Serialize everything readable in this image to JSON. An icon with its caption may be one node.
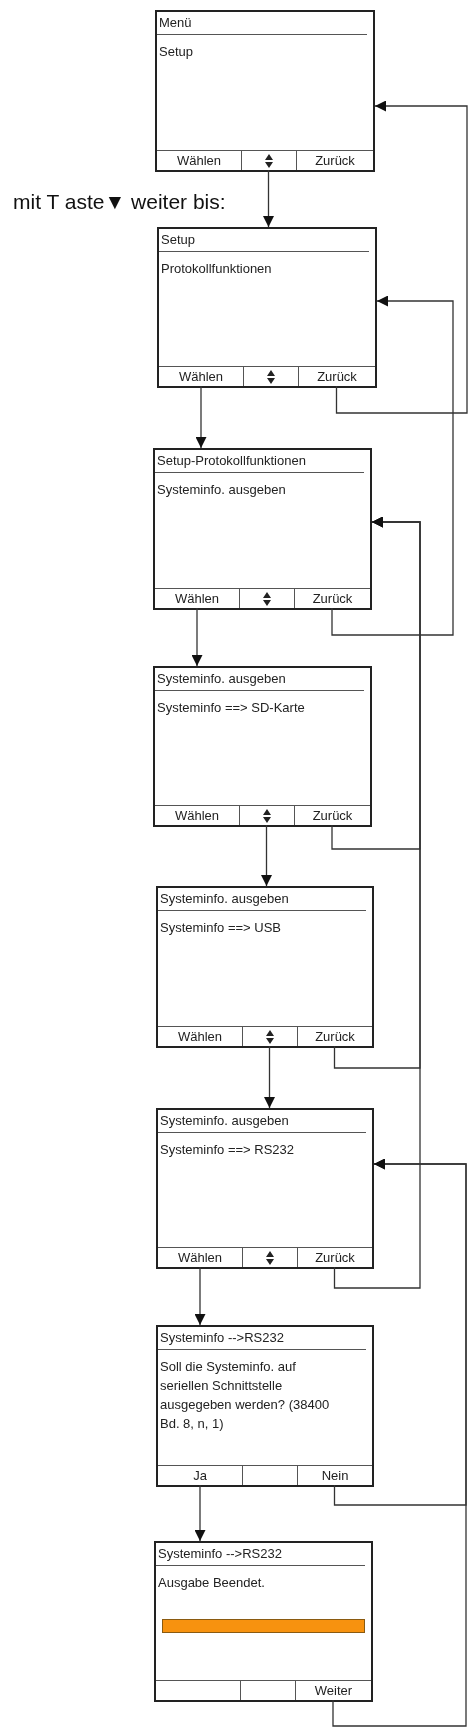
{
  "diagram": {
    "nodes": [
      {
        "text": [
          "Menü",
          "Setup"
        ]
      },
      {
        "text": [
          "Wählen"
        ],
        "in": 0
      },
      {
        "text": [],
        "shape": "arrow",
        "in": 0
      },
      {
        "text": [
          "Zurück"
        ],
        "in": 0
      },
      {
        "text": [
          "Setup",
          "Protokollfunktionen"
        ]
      },
      {
        "text": [
          "Wählen"
        ],
        "in": 4
      },
      {
        "text": [],
        "shape": "arrow",
        "in": 4
      },
      {
        "text": [
          "Zurück"
        ],
        "in": 4
      },
      {
        "text": [
          "Setup-Protokollfunktionen",
          "Systeminfo. ausgeben"
        ]
      },
      {
        "text": [
          "Wählen"
        ],
        "in": 8
      },
      {
        "text": [],
        "shape": "arrow",
        "in": 8
      },
      {
        "text": [
          "Zurück"
        ],
        "in": 8
      },
      {
        "text": [
          "Systeminfo. ausgeben",
          "Systeminfo ==> SD-Karte"
        ]
      },
      {
        "text": [
          "Wählen"
        ],
        "in": 12
      },
      {
        "text": [],
        "shape": "arrow",
        "in": 12
      },
      {
        "text": [
          "Zurück"
        ],
        "in": 12
      },
      {
        "text": [
          "Systeminfo. ausgeben",
          "Systeminfo ==> USB"
        ]
      },
      {
        "text": [
          "Wählen"
        ],
        "in": 16
      },
      {
        "text": [],
        "shape": "arrow",
        "in": 16
      },
      {
        "text": [
          "Zurück"
        ],
        "in": 16
      },
      {
        "text": [
          "Systeminfo. ausgeben",
          "Systeminfo ==> RS232"
        ]
      },
      {
        "text": [
          "Wählen"
        ],
        "in": 20
      },
      {
        "text": [],
        "shape": "arrow",
        "in": 20
      },
      {
        "text": [
          "Zurück"
        ],
        "in": 20
      },
      {
        "text": [
          "Systeminfo -->RS232",
          "Soll die Systeminfo. auf seriellen Schnittstelle ausgegeben werden? (38400 Bd. 8, n, 1)"
        ]
      },
      {
        "text": [
          "Ja"
        ],
        "in": 24
      },
      {
        "text": [],
        "shape": "box",
        "in": 24
      },
      {
        "text": [
          "Nein"
        ],
        "in": 24
      },
      {
        "text": [
          "Systeminfo -->RS232",
          "Ausgabe Beendet."
        ]
      },
      {
        "text": [],
        "shape": "box",
        "in": 28
      },
      {
        "text": [],
        "shape": "box",
        "in": 28
      },
      {
        "text": [
          "Weiter"
        ],
        "in": 28
      }
    ],
    "edges": [
      {
        "from": 2,
        "to": 4,
        "arrow": "to"
      },
      {
        "from": 7,
        "to": 0,
        "arrow": "to"
      },
      {
        "from": 5,
        "to": 8,
        "arrow": "to"
      },
      {
        "from": 11,
        "to": 4,
        "arrow": "to"
      },
      {
        "from": 9,
        "to": 12,
        "arrow": "to"
      },
      {
        "from": 15,
        "to": 8,
        "arrow": "to"
      },
      {
        "from": 14,
        "to": 16,
        "arrow": "to"
      },
      {
        "from": 19,
        "to": 8,
        "arrow": "to"
      },
      {
        "from": 18,
        "to": 20,
        "arrow": "to"
      },
      {
        "from": 23,
        "to": 8,
        "arrow": "to"
      },
      {
        "from": 21,
        "to": 24,
        "arrow": "to"
      },
      {
        "from": 27,
        "to": 20,
        "arrow": "to"
      },
      {
        "from": 25,
        "to": 28,
        "arrow": "to"
      },
      {
        "from": 31,
        "to": 20,
        "arrow": "to"
      }
    ],
    "labels": [
      "mit T aste▼ weiter bis:"
    ]
  }
}
